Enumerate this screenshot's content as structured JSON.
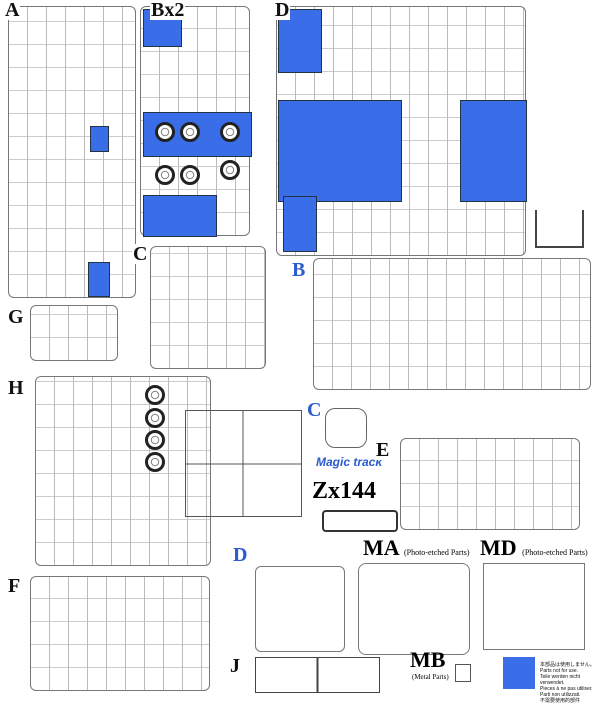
{
  "sprue_labels": {
    "a": "A",
    "b": "Bx2",
    "d": "D",
    "b2": "B",
    "c": "C",
    "g": "G",
    "h": "H",
    "c_clear": "C",
    "e": "E",
    "d_clear": "D",
    "f": "F",
    "j": "J"
  },
  "photo_etched": {
    "ma": "MA",
    "ma_note": "(Photo-etched Parts)",
    "md": "MD",
    "md_note": "(Photo-etched Parts)"
  },
  "metal": {
    "mb": "MB",
    "mb_note": "(Metal Parts)"
  },
  "track": {
    "brand": "Magic track",
    "code": "Zx144"
  },
  "legend": {
    "swatch_color": "#3a6ee8",
    "lines": [
      "本部品は使用しません。",
      "Parts not for use.",
      "Teile werden nicht verwendet.",
      "Pieces à ne pas utiliser.",
      "Parti non utilizzati.",
      "不需要使用的部件"
    ]
  }
}
